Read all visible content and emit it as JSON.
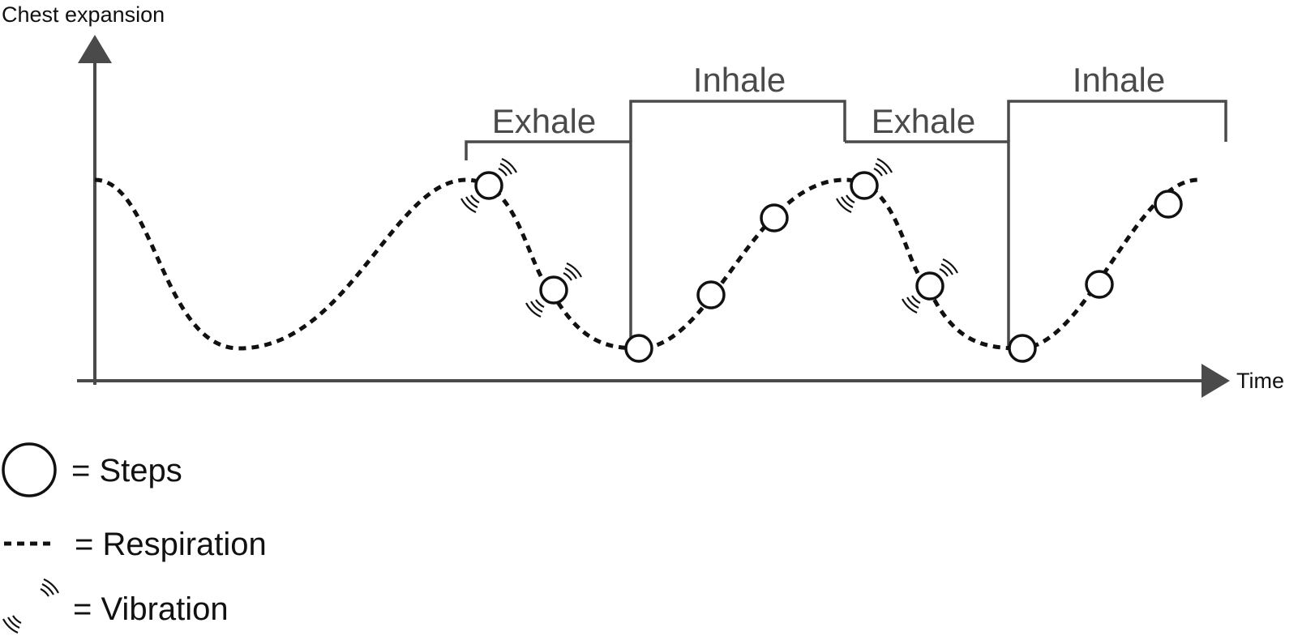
{
  "axes": {
    "y_label": "Chest expansion",
    "x_label": "Time"
  },
  "phases": [
    {
      "label": "Exhale"
    },
    {
      "label": "Inhale"
    },
    {
      "label": "Exhale"
    },
    {
      "label": "Inhale"
    }
  ],
  "legend": {
    "steps": "= Steps",
    "respiration": "= Respiration",
    "vibration": "= Vibration"
  },
  "colors": {
    "axis": "#4a4a4a",
    "curve": "#111111",
    "bracket": "#4a4a4a",
    "background": "#ffffff"
  },
  "markers": {
    "step_count": 10,
    "vibrating_steps": 4
  }
}
